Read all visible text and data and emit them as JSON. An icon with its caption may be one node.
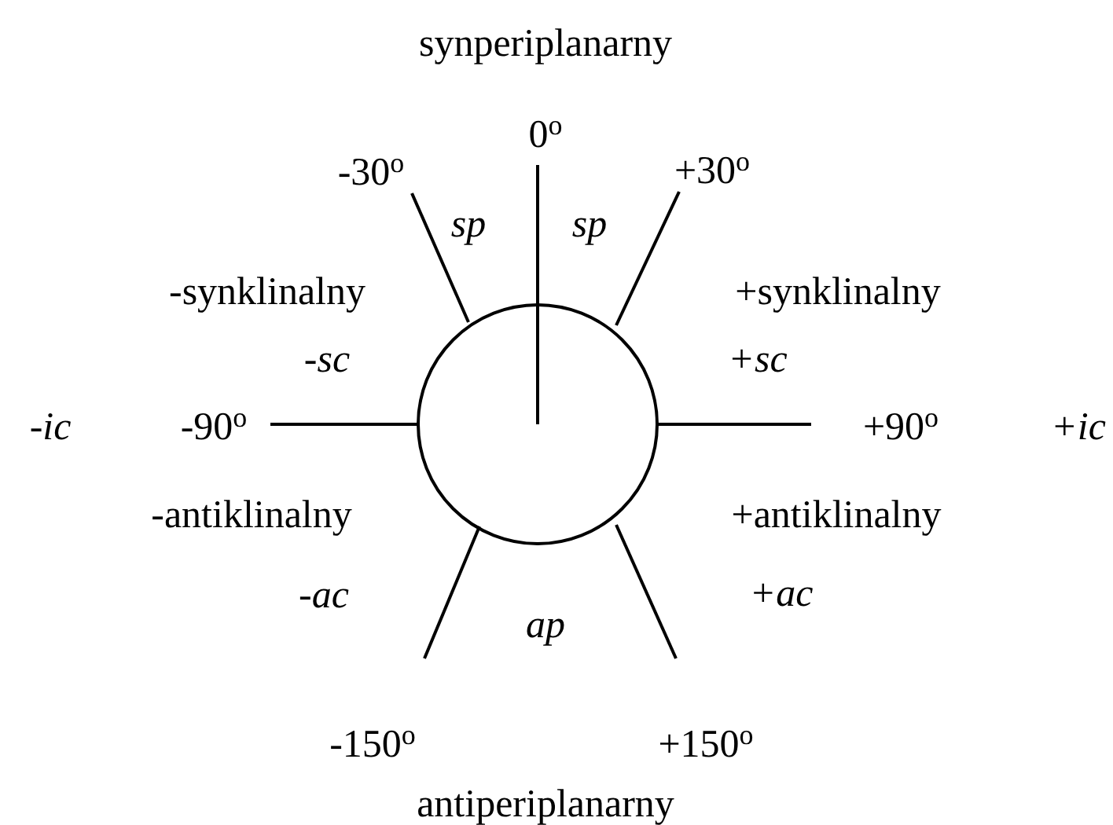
{
  "diagram": {
    "labels": [
      "synperiplanarny",
      "0$^{o}$",
      "-30$^{o}$",
      "+30$^{o}$",
      "sp",
      "sp",
      "-synklinalny",
      "+synklinalny",
      "-sc",
      "+sc",
      "-ic",
      "-90$^{o}$",
      "+90$^{o}$",
      "+ic",
      "-antiklinalny",
      "+antiklinalny",
      "-ac",
      "+ac",
      "ap",
      "-150$^{o}$",
      "+150$^{o}$",
      "antiperiplanarny"
    ]
  }
}
